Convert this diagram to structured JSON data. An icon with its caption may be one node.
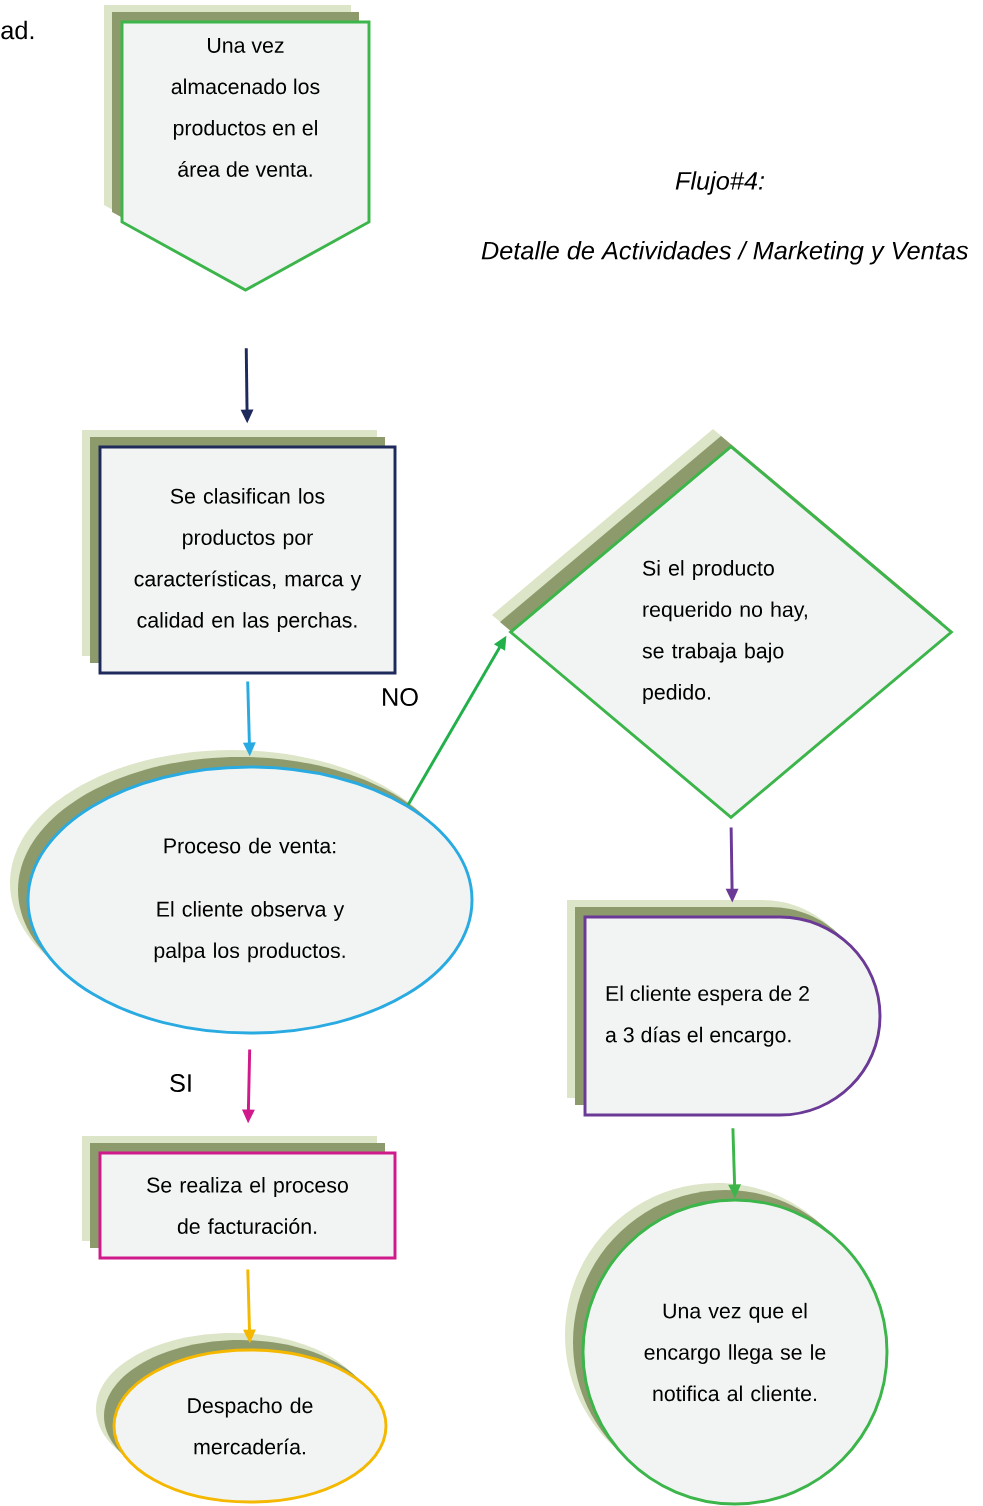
{
  "diagram": {
    "title": "Flujo#4:",
    "nodes": [
      {
        "text": [
          "Una vez almacenado los productos en el área de venta."
        ]
      },
      {
        "text": [
          "Se clasifican los productos por características, marca y calidad en las perchas."
        ]
      },
      {
        "text": [
          "Proceso de venta:",
          "El cliente observa y palpa los productos."
        ]
      },
      {
        "text": [
          "Se realiza el proceso de facturación."
        ]
      },
      {
        "text": [
          "Despacho de mercadería."
        ]
      },
      {
        "text": [
          "Si el producto requerido no hay, se trabaja bajo pedido."
        ]
      },
      {
        "text": [
          "El cliente espera de 2 a 3 días el encargo."
        ]
      },
      {
        "text": [
          "Una vez que el encargo llega se le notifica al cliente."
        ]
      }
    ],
    "edges": [
      {
        "from": 0,
        "to": 1,
        "arrow": "to",
        "color": "#1f2a5c"
      },
      {
        "from": 1,
        "to": 2,
        "arrow": "to",
        "color": "#29abe2"
      },
      {
        "from": 2,
        "to": 5,
        "arrow": "to",
        "label": "NO",
        "color": "#22b04b"
      },
      {
        "from": 2,
        "to": 3,
        "arrow": "to",
        "label": "SI",
        "color": "#d0198a"
      },
      {
        "from": 3,
        "to": 4,
        "arrow": "to",
        "color": "#f5b800"
      },
      {
        "from": 5,
        "to": 6,
        "arrow": "to",
        "color": "#6b3a96"
      },
      {
        "from": 6,
        "to": 7,
        "arrow": "to",
        "color": "#3cb54a"
      }
    ],
    "labels": [
      "ad.",
      "Detalle de Actividades / Marketing y Ventas"
    ]
  }
}
